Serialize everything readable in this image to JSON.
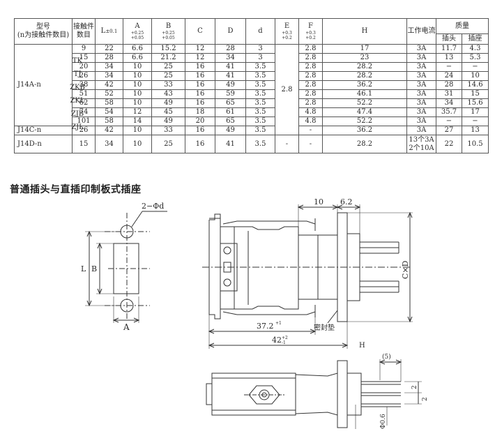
{
  "table": {
    "headers": {
      "model_line1": "型号",
      "model_line2": "(n为接触件数目)",
      "contacts_line1": "接触件",
      "contacts_line2": "数目",
      "L": "L",
      "L_tol": "±0.1",
      "A": "A",
      "A_tol1": "+0.25",
      "A_tol2": "+0.05",
      "B": "B",
      "B_tol1": "+0.25",
      "B_tol2": "+0.05",
      "C": "C",
      "D": "D",
      "d": "d",
      "E": "E",
      "E_tol1": "+0.3",
      "E_tol2": "+0.2",
      "F": "F",
      "F_tol1": "+0.3",
      "F_tol2": "+0.2",
      "H": "H",
      "current": "工作电流",
      "mass": "质量",
      "plug": "插头",
      "socket": "插座"
    },
    "models": {
      "j14a": "J14A-n",
      "j14c": "J14C-n",
      "j14d": "J14D-n"
    },
    "series": [
      "TK",
      "TJ",
      "ZKB",
      "ZKL",
      "ZJB",
      "ZJL"
    ],
    "E_value": "2.8",
    "rows": [
      {
        "n": "9",
        "L": "22",
        "A": "6.6",
        "B": "15.2",
        "C": "12",
        "D": "28",
        "d": "3",
        "F": "2.8",
        "H": "17",
        "I": "3A",
        "plug": "11.7",
        "socket": "4.3"
      },
      {
        "n": "15",
        "L": "28",
        "A": "6.6",
        "B": "21.2",
        "C": "12",
        "D": "34",
        "d": "3",
        "F": "2.8",
        "H": "23",
        "I": "3A",
        "plug": "13",
        "socket": "5.3"
      },
      {
        "n": "20",
        "L": "34",
        "A": "10",
        "B": "25",
        "C": "16",
        "D": "41",
        "d": "3.5",
        "F": "2.8",
        "H": "28.2",
        "I": "3A",
        "plug": "−",
        "socket": "−"
      },
      {
        "n": "26",
        "L": "34",
        "A": "10",
        "B": "25",
        "C": "16",
        "D": "41",
        "d": "3.5",
        "F": "2.8",
        "H": "28.2",
        "I": "3A",
        "plug": "24",
        "socket": "10"
      },
      {
        "n": "38",
        "L": "42",
        "A": "10",
        "B": "33",
        "C": "16",
        "D": "49",
        "d": "3.5",
        "F": "2.8",
        "H": "36.2",
        "I": "3A",
        "plug": "28",
        "socket": "14.6"
      },
      {
        "n": "51",
        "L": "52",
        "A": "10",
        "B": "43",
        "C": "16",
        "D": "59",
        "d": "3.5",
        "F": "2.8",
        "H": "46.1",
        "I": "3A",
        "plug": "31",
        "socket": "15"
      },
      {
        "n": "62",
        "L": "58",
        "A": "10",
        "B": "49",
        "C": "16",
        "D": "65",
        "d": "3.5",
        "F": "2.8",
        "H": "52.2",
        "I": "3A",
        "plug": "34",
        "socket": "15.6"
      },
      {
        "n": "74",
        "L": "54",
        "A": "12",
        "B": "45",
        "C": "18",
        "D": "61",
        "d": "3.5",
        "F": "4.8",
        "H": "47.4",
        "I": "3A",
        "plug": "35.7",
        "socket": "17"
      },
      {
        "n": "101",
        "L": "58",
        "A": "14",
        "B": "49",
        "C": "20",
        "D": "65",
        "d": "3.5",
        "F": "4.8",
        "H": "52.2",
        "I": "3A",
        "plug": "−",
        "socket": "−"
      },
      {
        "n": "26",
        "L": "42",
        "A": "10",
        "B": "33",
        "C": "16",
        "D": "49",
        "d": "3.5",
        "F": "-",
        "H": "36.2",
        "I": "3A",
        "plug": "27",
        "socket": "13"
      },
      {
        "n": "15",
        "L": "34",
        "A": "10",
        "B": "25",
        "C": "16",
        "D": "41",
        "d": "3.5",
        "F": "-",
        "H": "28.2",
        "I1": "13个3A",
        "I2": "2个10A",
        "plug": "22",
        "socket": "10.5"
      }
    ]
  },
  "section_title": "普通插头与直插印制板式插座",
  "drawing": {
    "hole_label": "2−Φd",
    "dim_L": "L",
    "dim_B": "B",
    "dim_A": "A",
    "dim_10": "10",
    "dim_6_2": "6.2",
    "dim_CxD": "C×D",
    "dim_37_2": "37.2",
    "dim_37_2_tol": "+1",
    "dim_42": "42",
    "dim_42_tol1": "+2",
    "dim_42_tol2": "-1",
    "seal_label": "密封垫",
    "dim_5": "(5)",
    "dim_2a": "2",
    "dim_2b": "2",
    "dim_pin": "Φ0.6",
    "dim_H": "H"
  }
}
